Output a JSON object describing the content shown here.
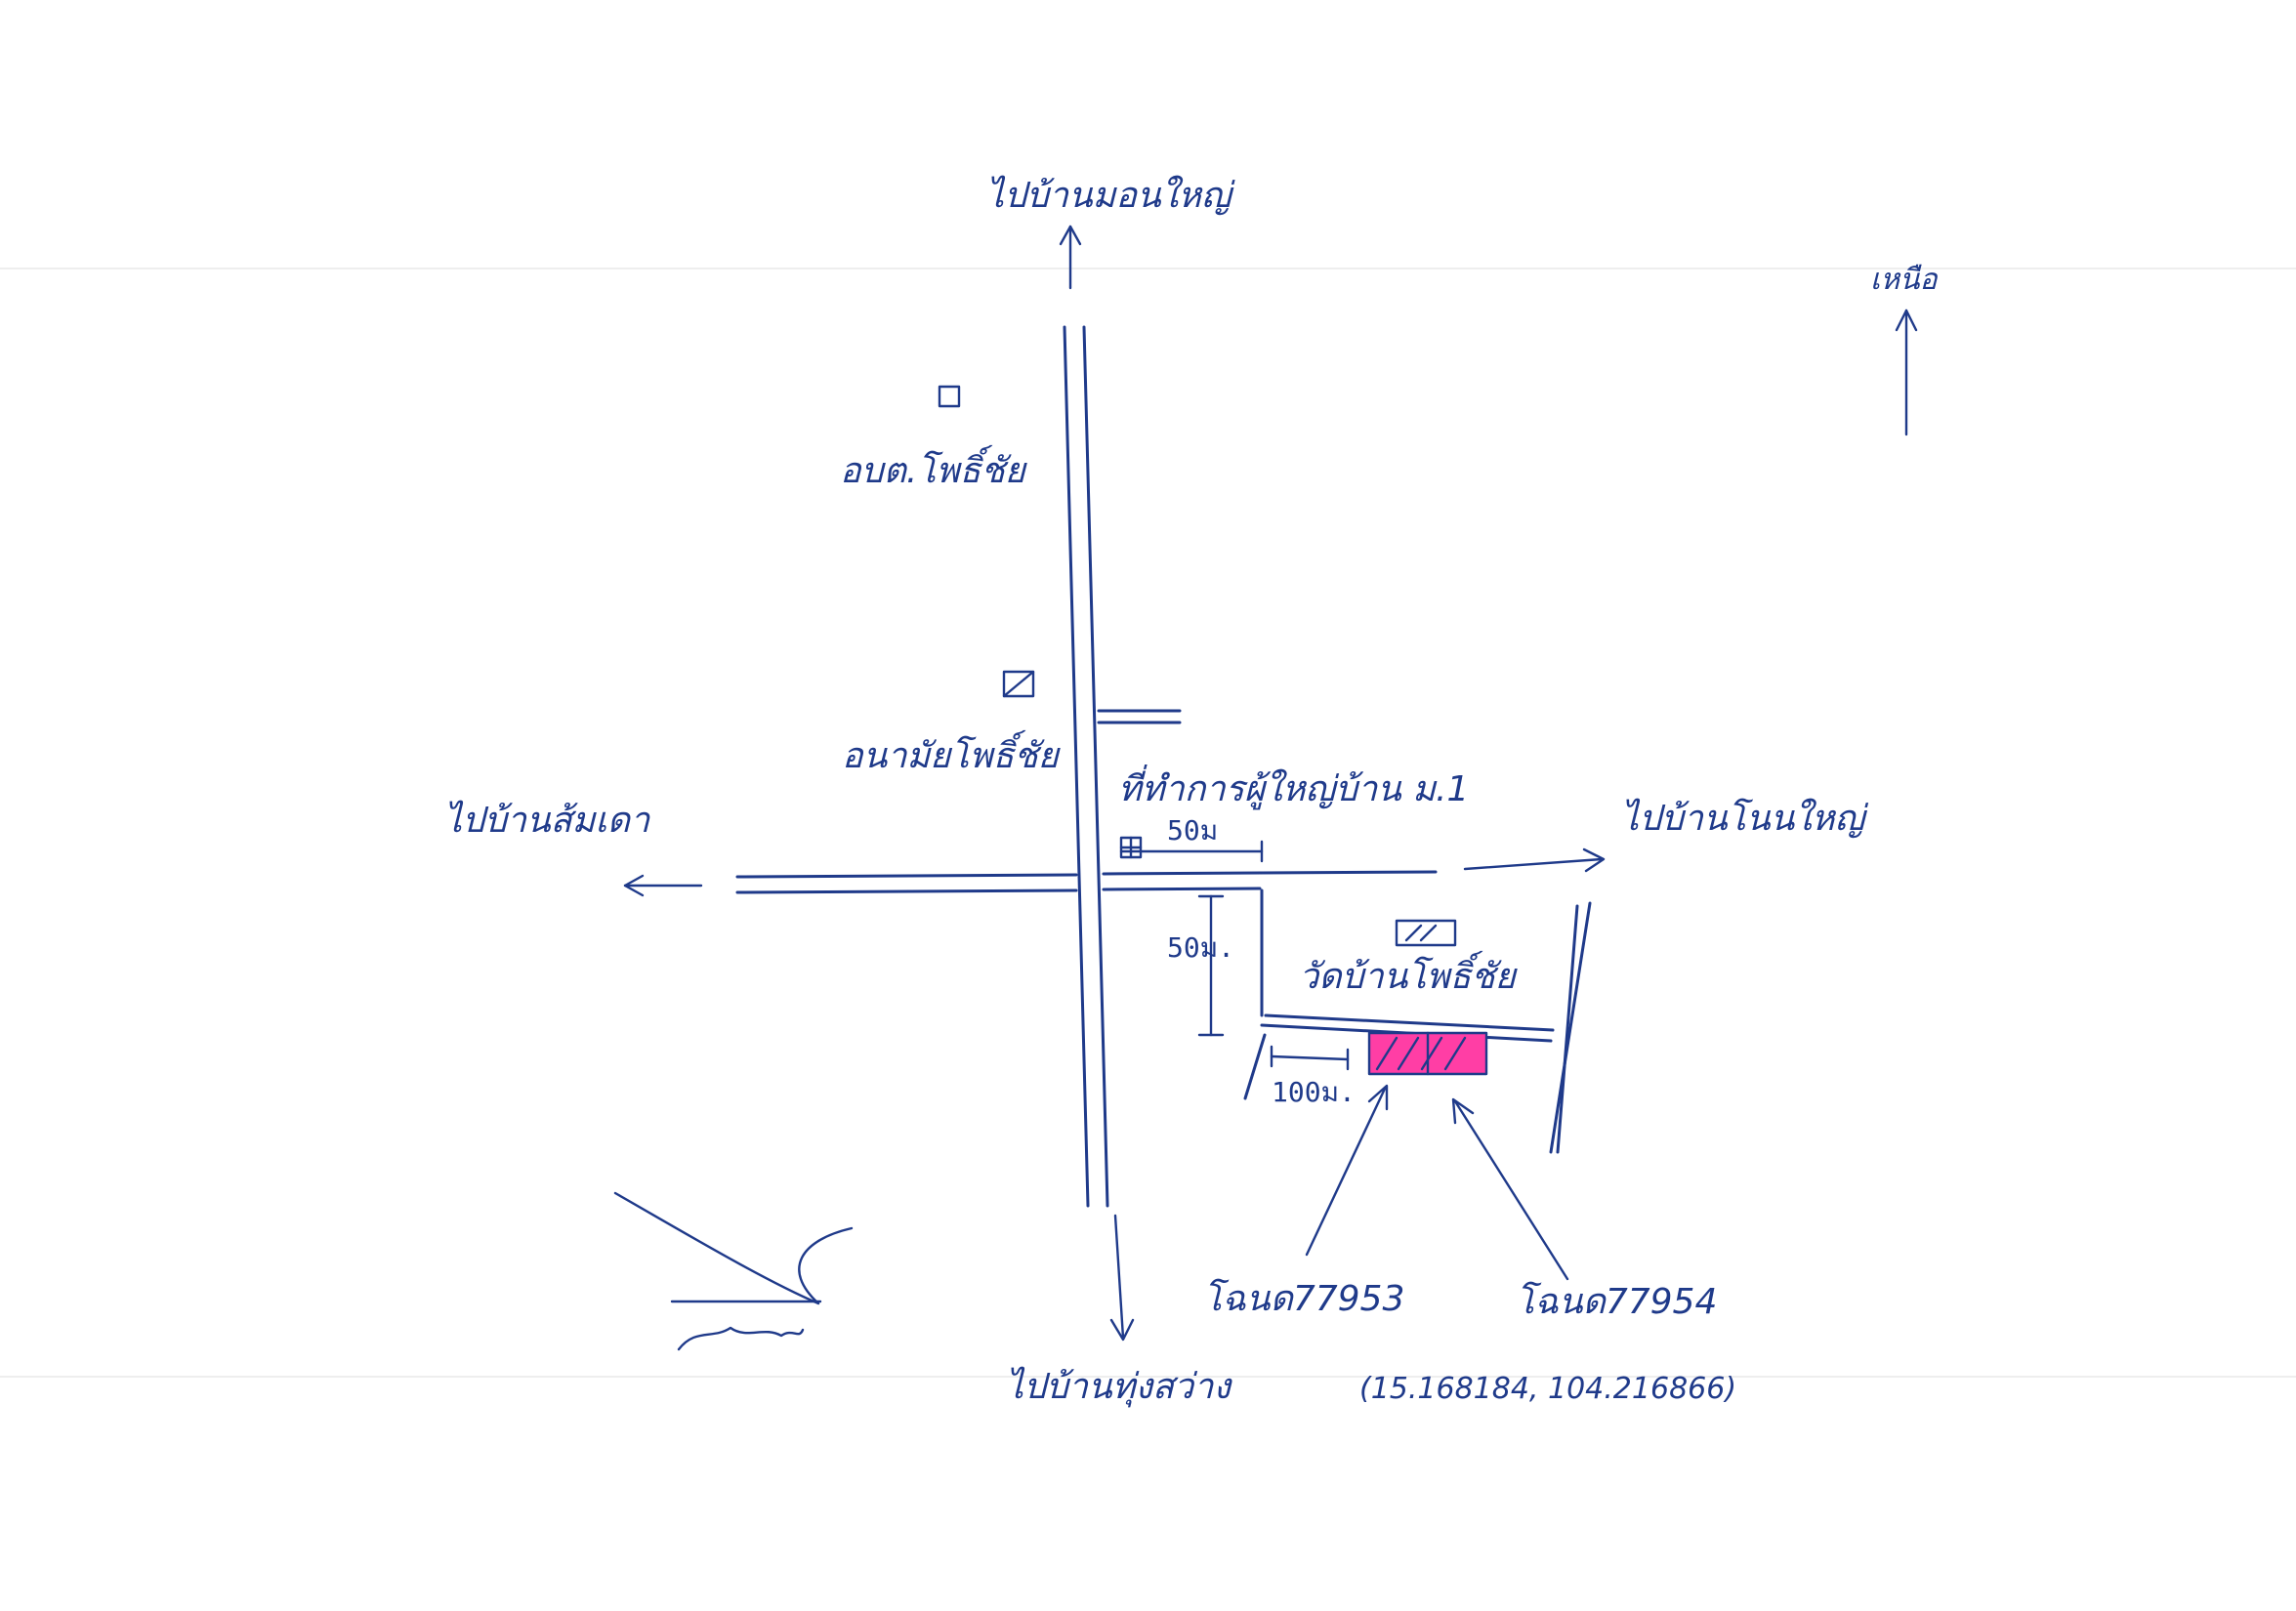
{
  "directions": {
    "north_road": "ไปบ้านมอนใหญ่",
    "south_road": "ไปบ้านทุ่งสว่าง",
    "west_road": "ไปบ้านส้มเดา",
    "east_road": "ไปบ้านโนนใหญ่",
    "north_arrow": "เหนือ"
  },
  "landmarks": {
    "tao_office": "อบต.โพธิ์ชัย",
    "health_center": "อนามัยโพธิ์ชัย",
    "village_hall": "ที่ทำการผู้ใหญ่บ้าน ม.1",
    "temple": "วัดบ้านโพธิ์ชัย"
  },
  "distances": {
    "d1": "50ม",
    "d2": "50ม.",
    "d3": "100ม."
  },
  "parcels": {
    "p1": "โฉนด77953",
    "p2": "โฉนด77954",
    "highlight_color": "#ff3ea5"
  },
  "coordinates": "(15.168184, 104.216866)",
  "signature": "signature"
}
